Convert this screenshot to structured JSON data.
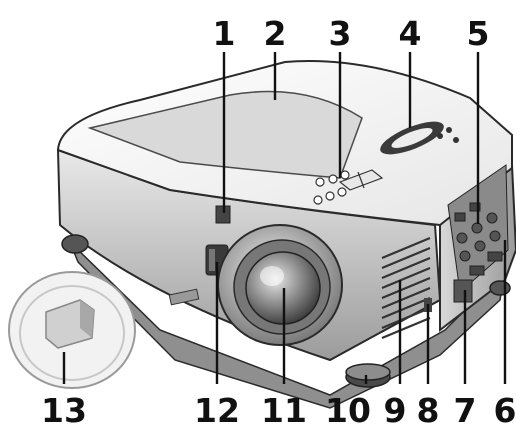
{
  "figure": {
    "subject": "projector",
    "callouts": [
      {
        "number": "1"
      },
      {
        "number": "2"
      },
      {
        "number": "3"
      },
      {
        "number": "4"
      },
      {
        "number": "5"
      },
      {
        "number": "6"
      },
      {
        "number": "7"
      },
      {
        "number": "8"
      },
      {
        "number": "9"
      },
      {
        "number": "10"
      },
      {
        "number": "11"
      },
      {
        "number": "12"
      },
      {
        "number": "13"
      }
    ]
  },
  "colors": {
    "body_light": "#f4f4f4",
    "body_shade": "#bdbdbd",
    "outline": "#2a2a2a",
    "lens_dark": "#5e5e5e"
  }
}
